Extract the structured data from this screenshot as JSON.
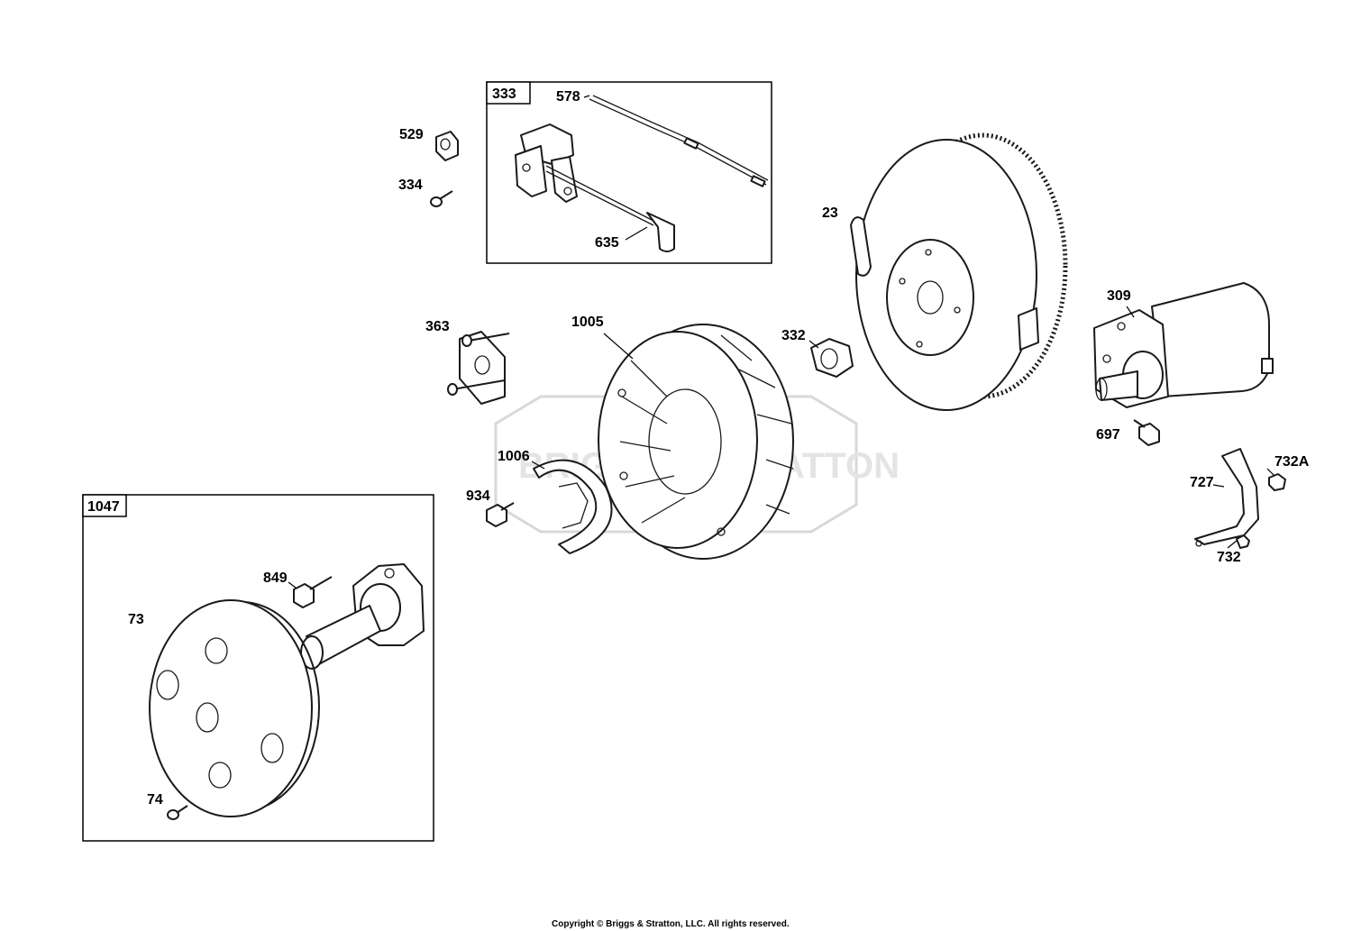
{
  "diagram": {
    "groups": [
      {
        "id": "333"
      },
      {
        "id": "1047"
      }
    ],
    "callouts": {
      "c333": "333",
      "c578": "578",
      "c529": "529",
      "c334": "334",
      "c635": "635",
      "c23": "23",
      "c363": "363",
      "c1005": "1005",
      "c332": "332",
      "c309": "309",
      "c697": "697",
      "c1006": "1006",
      "c934": "934",
      "c727": "727",
      "c732A": "732A",
      "c732": "732",
      "c1047": "1047",
      "c849": "849",
      "c73": "73",
      "c74": "74"
    },
    "watermark": "BRIGGS & STRATTON",
    "copyright": "Copyright © Briggs & Stratton, LLC. All rights reserved."
  },
  "colors": {
    "line": "#1a1a1a",
    "background": "#ffffff",
    "watermark": "#d8d8d8"
  }
}
